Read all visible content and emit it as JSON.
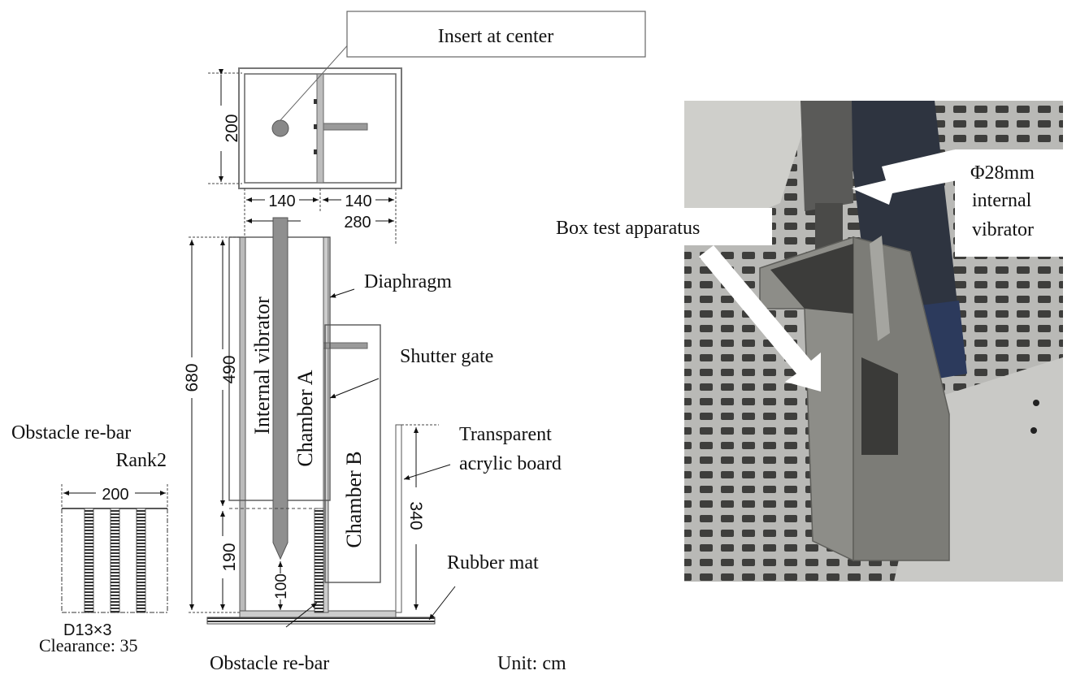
{
  "diagram": {
    "callout_top": "Insert at center",
    "dimensions": {
      "top_height": "200",
      "top_left_width": "140",
      "top_right_width": "140",
      "total_width": "280",
      "total_height": "680",
      "chamber_height": "490",
      "lower_height": "190",
      "vibrator_clearance": "100",
      "rebar_width": "200",
      "acrylic_height": "340"
    },
    "labels": {
      "diaphragm": "Diaphragm",
      "shutter_gate": "Shutter gate",
      "internal_vibrator": "Internal vibrator",
      "chamber_a": "Chamber A",
      "chamber_b": "Chamber B",
      "obstacle_line1": "Obstacle re-bar",
      "obstacle_line2": "Rank2",
      "transparent_line1": "Transparent",
      "transparent_line2": "acrylic board",
      "rubber_mat": "Rubber mat",
      "rebar_spec": "D13×3",
      "clearance": "Clearance: 35",
      "obstacle_bottom": "Obstacle re-bar",
      "unit": "Unit: cm"
    }
  },
  "photo": {
    "label_box": "Box test apparatus",
    "vibrator_line1": "Φ28mm",
    "vibrator_line2": "internal",
    "vibrator_line3": "vibrator"
  },
  "colors": {
    "frame_gray": "#a8a8a8",
    "vibrator_gray": "#8c8c8c",
    "photo_bg": "#9a9a98",
    "box_metal": "#8a8a86",
    "arrow_white": "#ffffff"
  }
}
